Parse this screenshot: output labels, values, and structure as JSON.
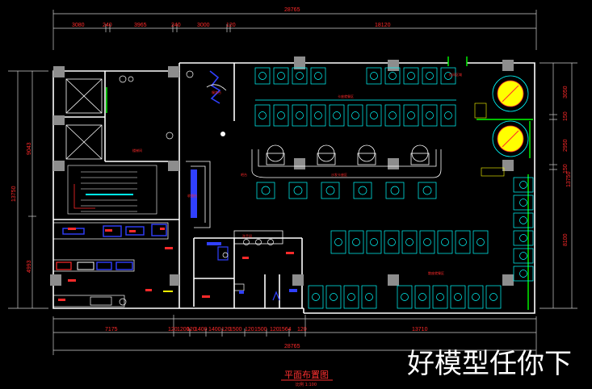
{
  "drawing": {
    "title": "平面布置图",
    "scale": "比例 1:100",
    "watermark": "好模型任你下"
  },
  "dimensions": {
    "top_total": "28765",
    "top_segments": [
      "3080",
      "240",
      "3965",
      "240",
      "3000",
      "120",
      "18120"
    ],
    "bottom_total": "28765",
    "bottom_segments": [
      "7175",
      "120",
      "1200",
      "120",
      "1400",
      "1400",
      "120",
      "1500",
      "120",
      "1500",
      "120",
      "1564",
      "120",
      "13710"
    ],
    "left_total": "13750",
    "left_segments": [
      "9043",
      "4993"
    ],
    "right_total": "13750",
    "right_segments": [
      "3050",
      "150",
      "2950",
      "150",
      "8100"
    ]
  },
  "room_labels": {
    "private_room": "包间区域",
    "vip_seating_1": "卡座就餐区",
    "vip_seating_2": "卡座就餐区",
    "booth_area": "沙发卡座区",
    "dining_main": "散座就餐区",
    "bar": "吧台",
    "service": "服务台",
    "stair_lobby": "楼梯间",
    "cashier": "收银台",
    "washroom": "洗手间",
    "kitchen_label": "厨房"
  },
  "colors": {
    "walls": "#ffffff",
    "furniture": "#00ffff",
    "dimension": "#ff2a2a",
    "columns": "#9a9a9a",
    "kitchen": "#3040ff",
    "accent": "#ffff00",
    "door": "#00ff00"
  }
}
